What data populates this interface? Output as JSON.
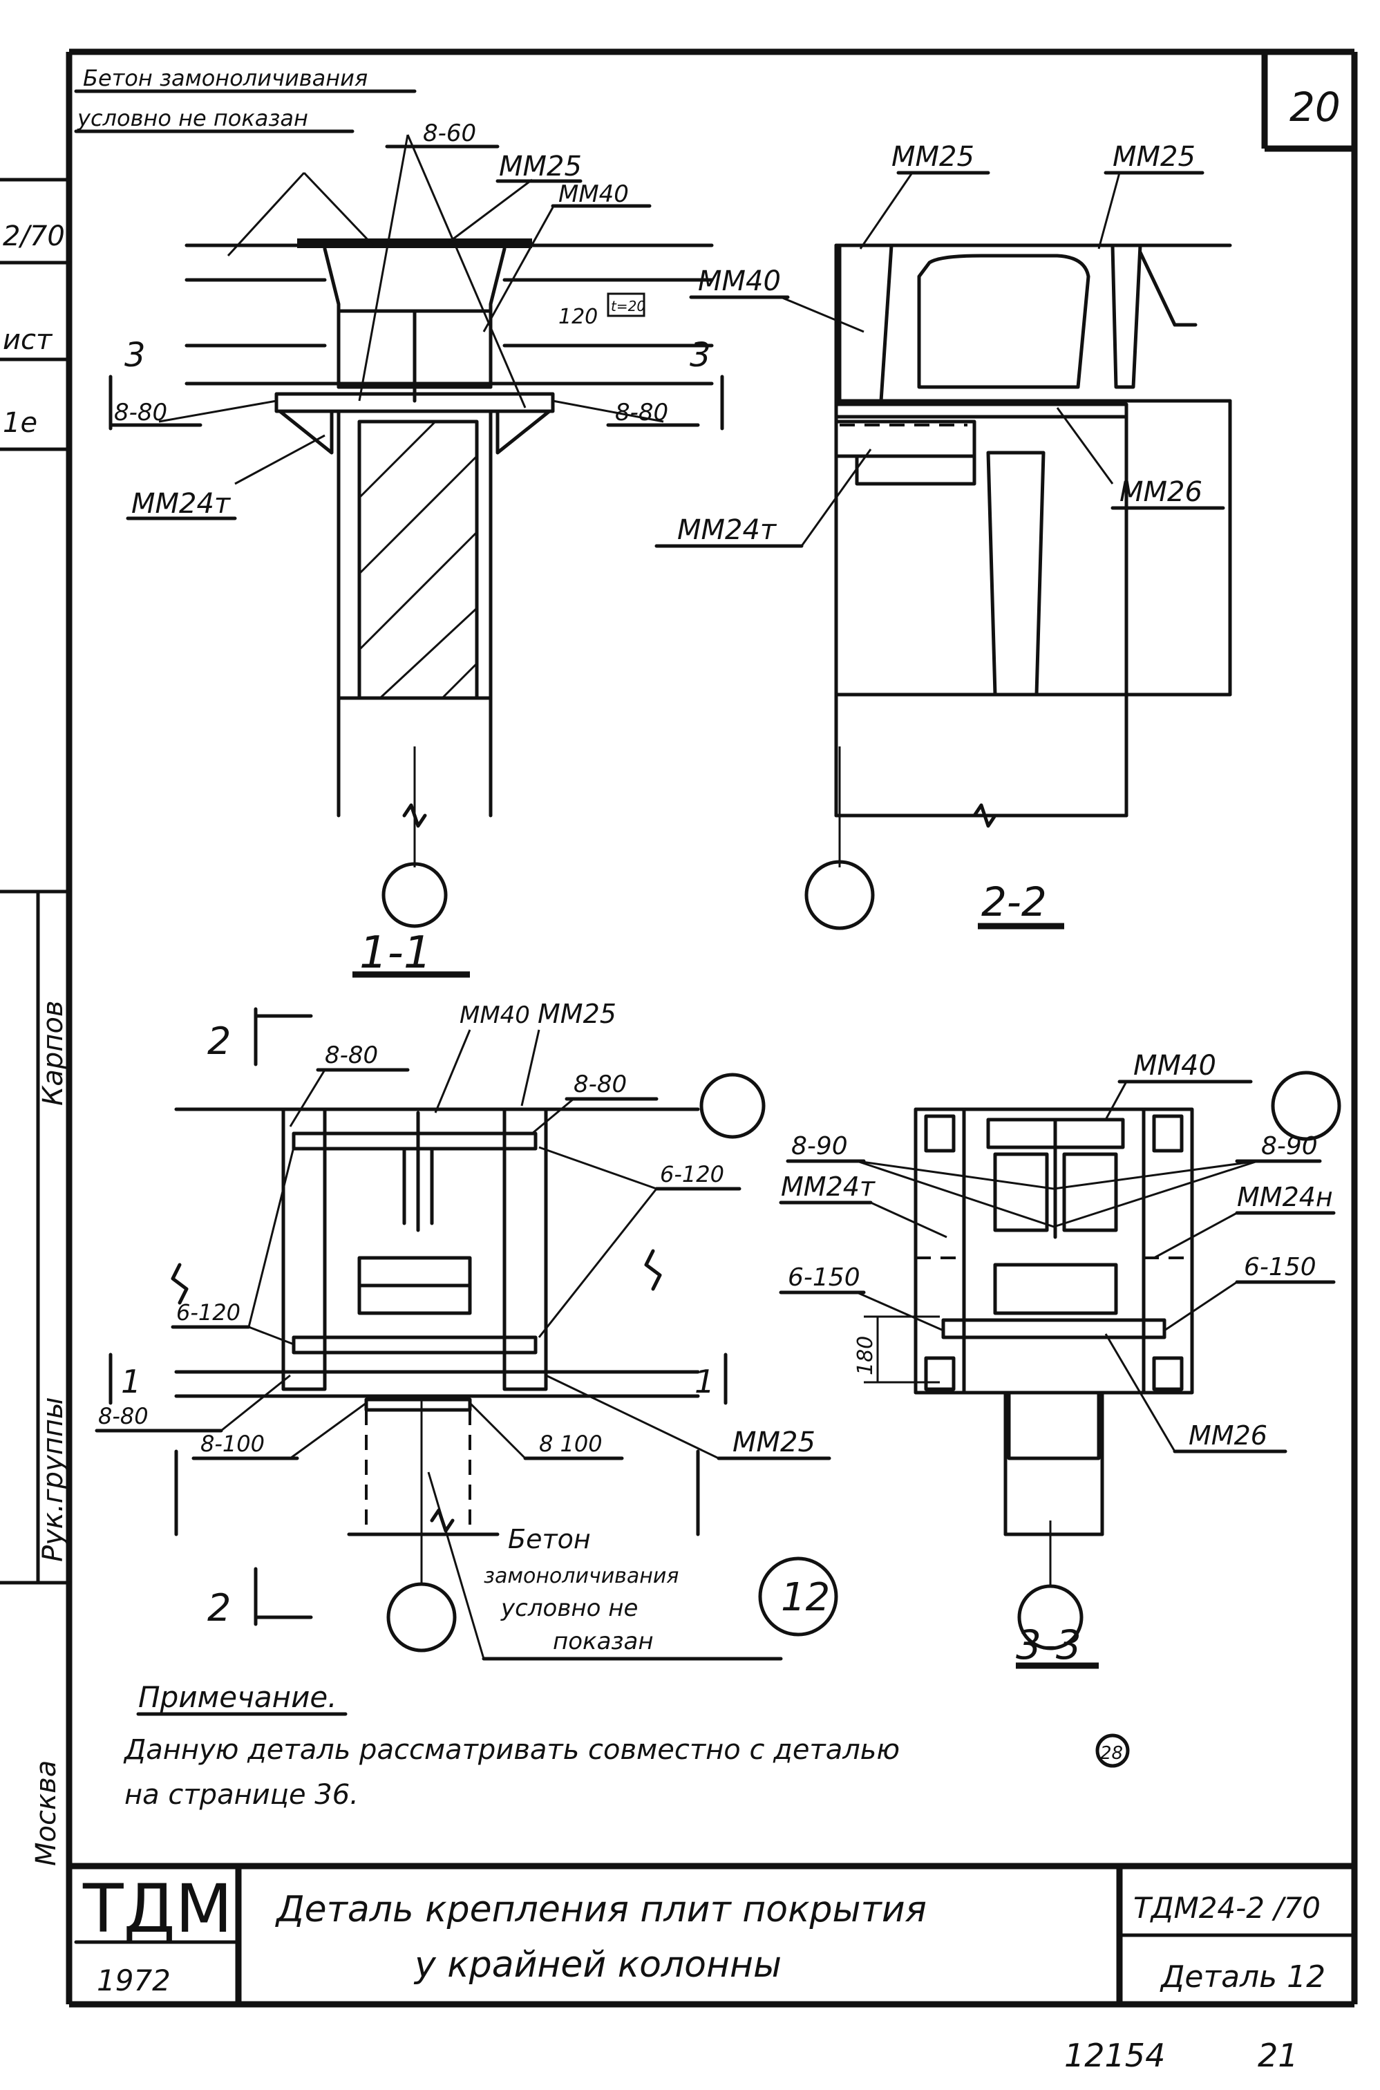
{
  "sheet_number": "20",
  "margin": {
    "m1": "2/70",
    "m2": "ист",
    "m3": "1е",
    "m4": "Карпов",
    "m5": "Рук.группы",
    "m6": "Москва"
  },
  "view_1_1": {
    "title": "1-1",
    "note_line1": "Бетон замоноличивания",
    "note_line2": "условно не показан",
    "labels": {
      "l_8_60": "8-60",
      "l_mm25": "ММ25",
      "l_mm40": "ММ40",
      "l_120": "120",
      "l_box": "t=20",
      "l_3a": "3",
      "l_3b": "3",
      "l_880_left": "8-80",
      "l_880_right": "8-80",
      "l_mm24t": "ММ24т"
    }
  },
  "view_2_2": {
    "title": "2-2",
    "labels": {
      "l_mm25_a": "ММ25",
      "l_mm25_b": "ММ25",
      "l_mm40": "ММ40",
      "l_mm24t": "ММ24т",
      "l_mm26": "ММ26"
    }
  },
  "plan_view": {
    "labels": {
      "l_2_top": "2",
      "l_2_bottom": "2",
      "l_mm40": "ММ40",
      "l_mm25_top": "ММ25",
      "l_880_a": "8-80",
      "l_880_b": "8-80",
      "l_6120_r": "6-120",
      "l_6120_l": "6-120",
      "l_1_left": "1",
      "l_1_right": "1",
      "l_880_c": "8-80",
      "l_8100_l": "8-100",
      "l_8100_r": "8 100",
      "l_mm25_bot": "ММ25"
    },
    "note_line1": "Бетон",
    "note_line2": "замоноличивания",
    "note_line3": "условно не",
    "note_line4": "показан",
    "detail_ref": "12"
  },
  "view_3_3": {
    "title": "3-3",
    "labels": {
      "l_mm40": "ММ40",
      "l_890": "8-90",
      "l_890r": "8-90",
      "l_mm24t": "ММ24т",
      "l_mm24n": "ММ24н",
      "l_6150_l": "6-150",
      "l_6150_r": "6-150",
      "l_180": "180",
      "l_mm26": "ММ26"
    }
  },
  "note": {
    "heading": "Примечание.",
    "line1": "Данную деталь рассматривать совместно с деталью",
    "ref": "28",
    "line2": "на странице 36."
  },
  "title_block": {
    "logo": "ТДМ",
    "year": "1972",
    "title_line1": "Деталь крепления плит покрытия",
    "title_line2": "у крайней колонны",
    "code": "ТДМ24-2 /70",
    "detail": "Деталь 12"
  },
  "footer": {
    "f1": "12154",
    "f2": "21"
  }
}
